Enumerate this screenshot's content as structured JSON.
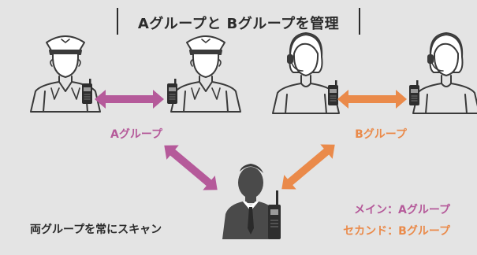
{
  "title": "Aグループと Bグループを管理",
  "group_a_label": "Aグループ",
  "group_b_label": "Bグループ",
  "scan_caption": "両グループを常にスキャン",
  "main_group": "メイン：Aグループ",
  "second_group": "セカンド：Bグループ",
  "colors": {
    "group_a": "#b55a9a",
    "group_b": "#ea8a4a",
    "figure": "#4a4a4a",
    "background": "#e4e4e4"
  },
  "icons": [
    "guard-icon",
    "operator-headset-icon",
    "businessman-icon",
    "radio-icon",
    "double-arrow-icon"
  ]
}
